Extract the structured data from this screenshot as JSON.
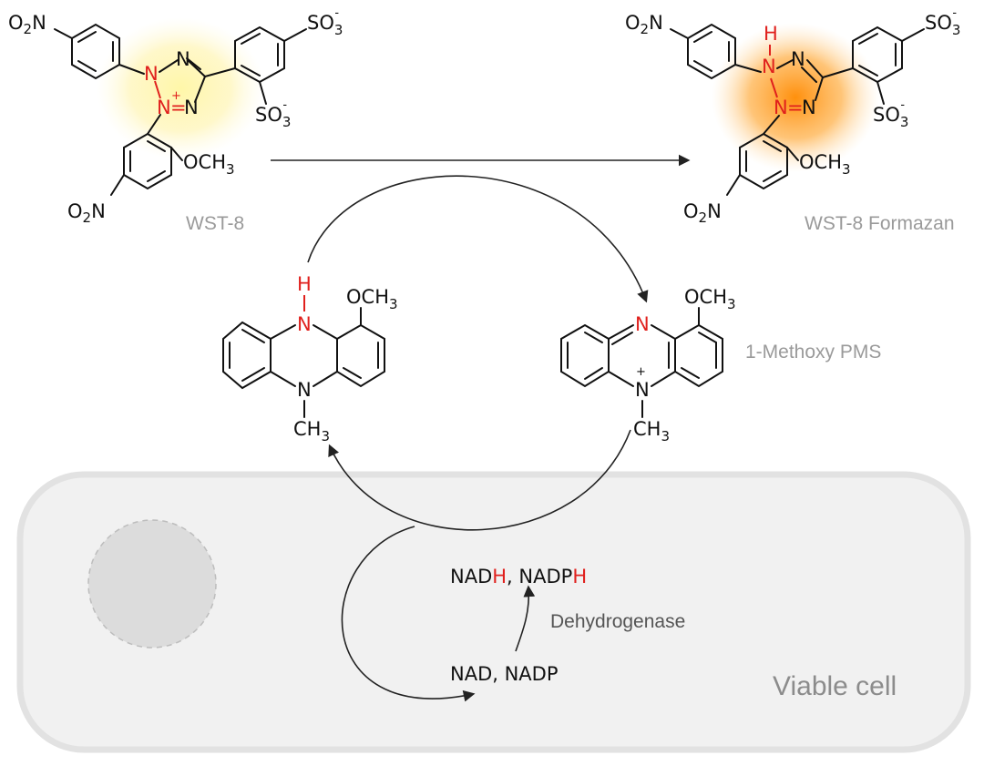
{
  "wst8": {
    "label": "WST-8",
    "groups": {
      "no2_top_o": "O",
      "no2_top_sub": "2",
      "no2_top_n": "N",
      "so3_top": "SO",
      "so3_top_sub": "3",
      "so3_top_chg": "-",
      "so3_side": "SO",
      "so3_side_sub": "3",
      "so3_side_chg": "-",
      "och3": "OCH",
      "och3_sub": "3",
      "no2_bottom_o": "O",
      "no2_bottom_sub": "2",
      "no2_bottom_n": "N",
      "n1": "N",
      "n2": "N",
      "n3": "N",
      "n4": "N",
      "n_plus": "+",
      "n_dbl_eq": "="
    }
  },
  "formazan": {
    "label": "WST-8 Formazan",
    "groups": {
      "no2_top_o": "O",
      "no2_top_sub": "2",
      "no2_top_n": "N",
      "h": "H",
      "nh_n": "N",
      "so3_top": "SO",
      "so3_top_sub": "3",
      "so3_top_chg": "-",
      "so3_side": "SO",
      "so3_side_sub": "3",
      "so3_side_chg": "-",
      "och3": "OCH",
      "och3_sub": "3",
      "no2_bottom_o": "O",
      "no2_bottom_sub": "2",
      "no2_bottom_n": "N",
      "n_a": "N",
      "n_b": "N",
      "n_c": "N",
      "n_eq": "="
    }
  },
  "reduced_pms": {
    "h": "H",
    "n_top": "N",
    "n_bottom": "N",
    "och3": "OCH",
    "och3_sub": "3",
    "ch3": "CH",
    "ch3_sub": "3"
  },
  "pms": {
    "label": "1-Methoxy PMS",
    "n_top": "N",
    "n_bottom": "N",
    "n_plus": "+",
    "och3": "OCH",
    "och3_sub": "3",
    "ch3": "CH",
    "ch3_sub": "3"
  },
  "cell": {
    "label": "Viable cell",
    "nadh_a": "NAD",
    "nadh_a_h": "H",
    "nadh_sep": ", NADP",
    "nadh_b_h": "H",
    "nad": "NAD, NADP",
    "enzyme": "Dehydrogenase"
  },
  "colors": {
    "reduction_red": "#e0201d",
    "wst8_glow": "#fff3a0",
    "formazan_glow": "#ff9a1a",
    "cell_fill": "#f1f1f1",
    "cell_border": "#e2e2e2",
    "nucleus": "#dcdcdc"
  }
}
